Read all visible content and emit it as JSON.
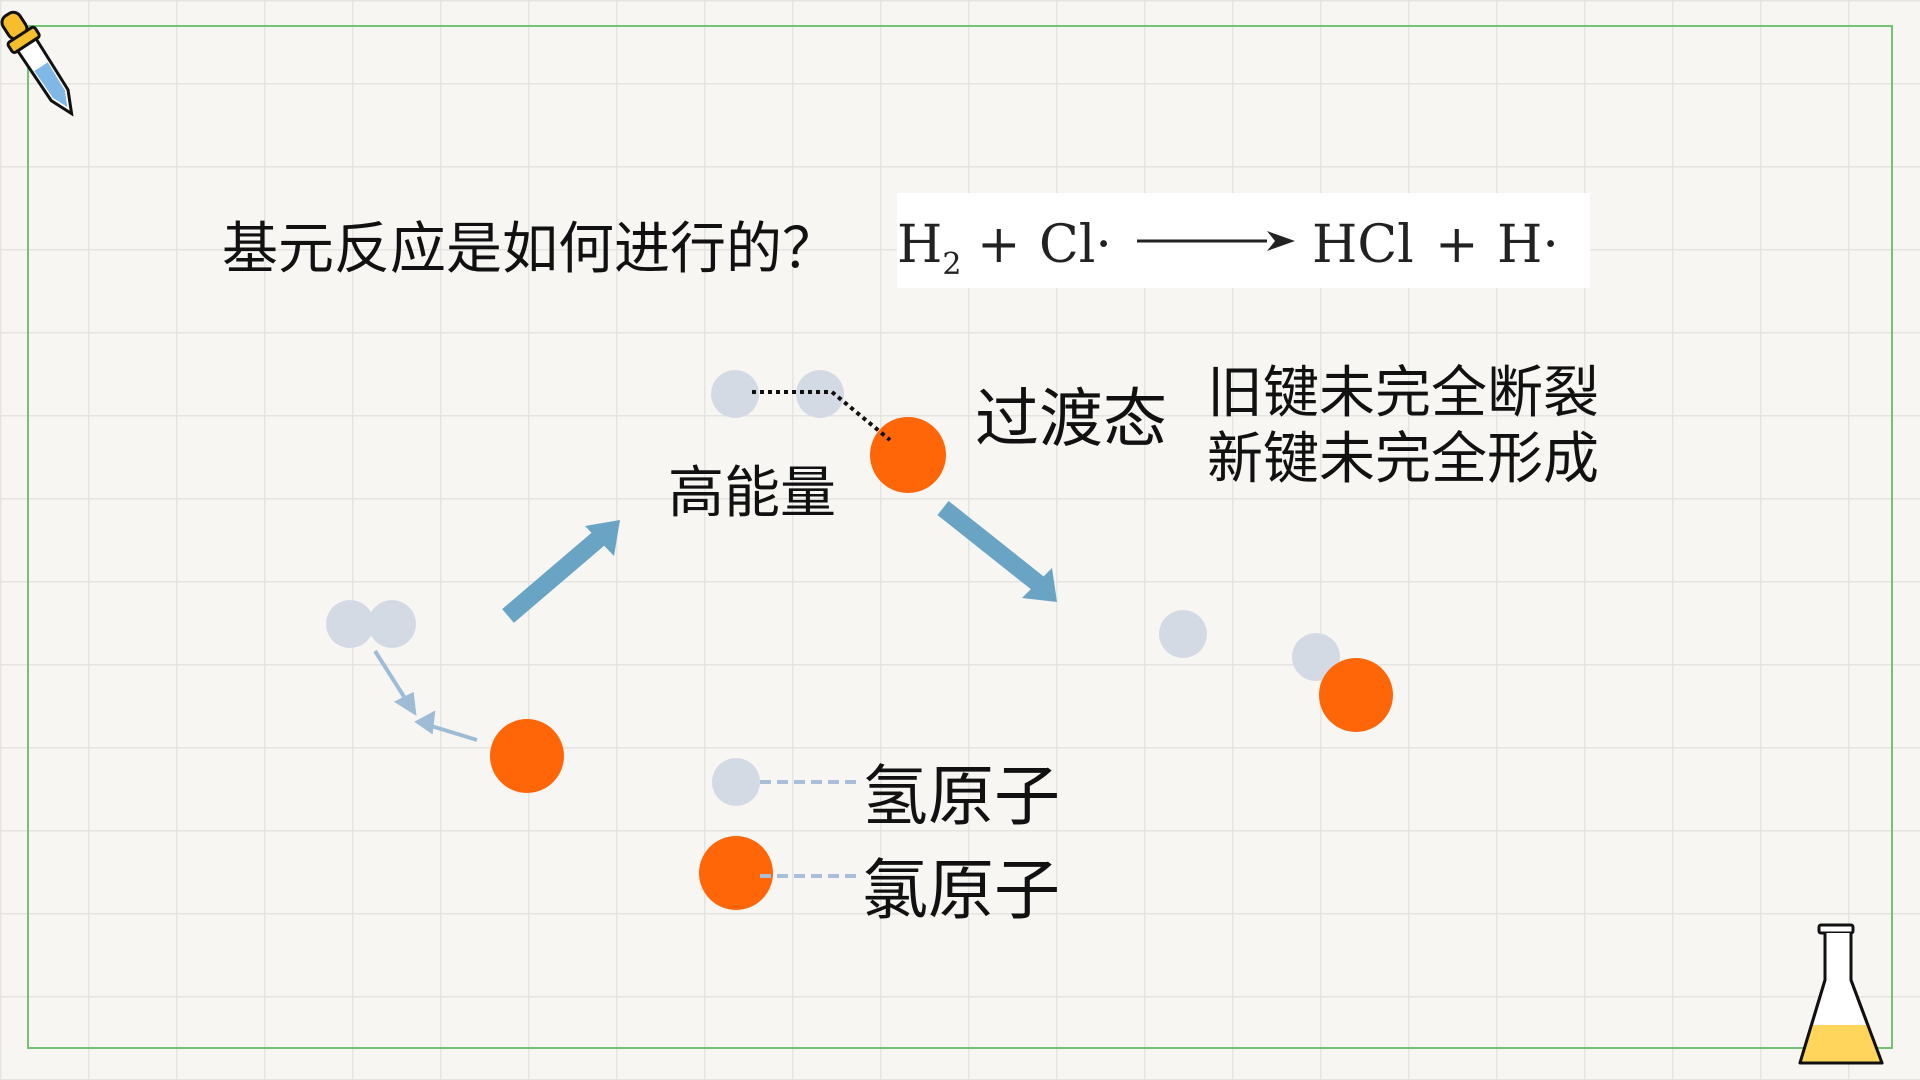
{
  "slide": {
    "title": "基元反应是如何进行的？",
    "equation": {
      "reactant_1_base": "H",
      "reactant_1_sub": "2",
      "plus_1": "+",
      "reactant_2": "Cl·",
      "product_1": "HCl",
      "plus_2": "+",
      "product_2": "H·"
    },
    "high_energy_label": "高能量",
    "transition_state_label": "过渡态",
    "transition_state_desc": [
      "旧键未完全断裂",
      "新键未完全形成"
    ],
    "legend": {
      "hydrogen_label": "氢原子",
      "chlorine_label": "氯原子"
    }
  },
  "colors": {
    "hydrogen": "#d4dae4",
    "chlorine": "#ff6608",
    "big_arrow": "#6aa4c4",
    "small_arrow": "#9ebcd6",
    "legend_line": "#a9bfd8",
    "frame": "#74c374",
    "flask_liquid": "#ffd55c"
  }
}
